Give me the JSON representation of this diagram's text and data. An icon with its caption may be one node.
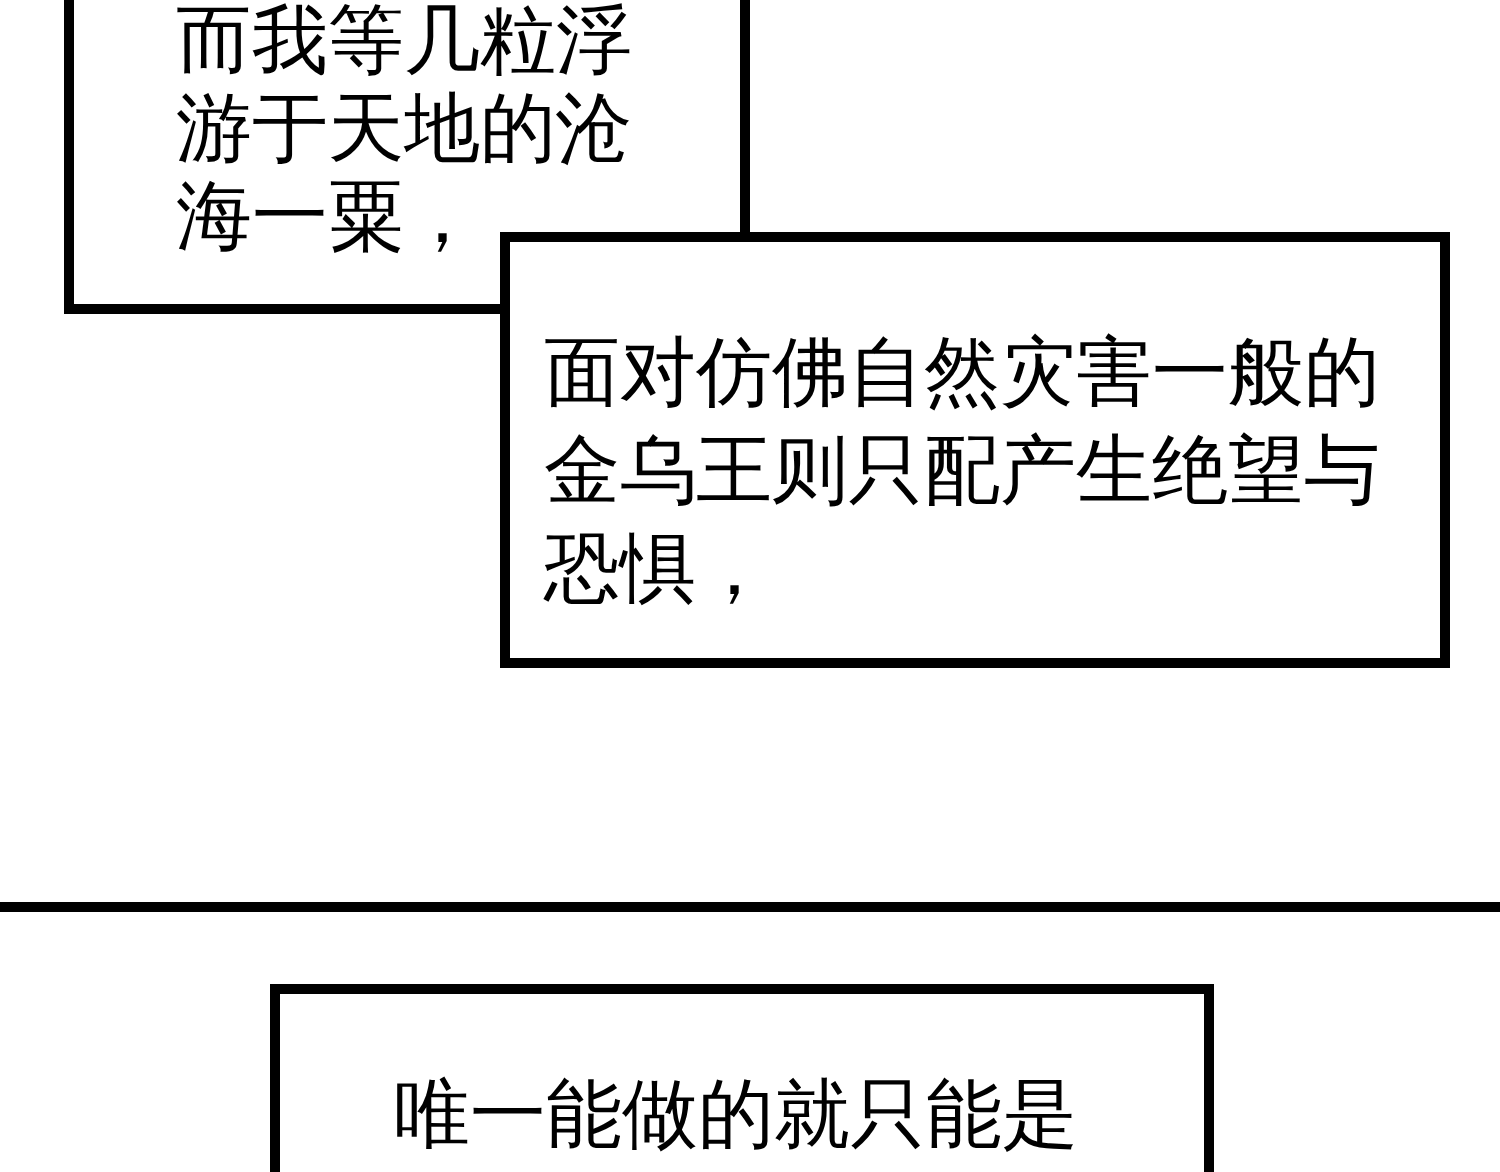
{
  "diagram": {
    "nodes": [
      {
        "text": [
          "而我等几粒浮游于天地的沧海一粟，"
        ]
      },
      {
        "text": [
          "面对仿佛自然灾害一般的金乌王则只配产生绝望与恐惧，"
        ]
      },
      {
        "text": [
          "唯一能做的就只能是"
        ]
      }
    ]
  }
}
